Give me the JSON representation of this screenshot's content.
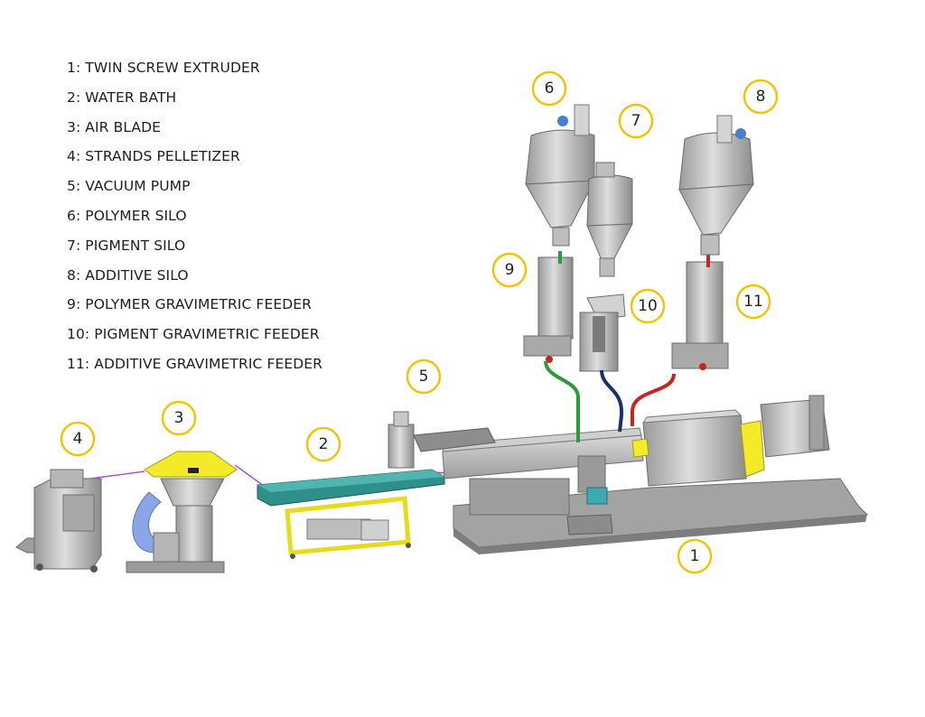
{
  "legend": [
    {
      "text": "1: TWIN SCREW EXTRUDER"
    },
    {
      "text": "2: WATER BATH"
    },
    {
      "text": "3: AIR BLADE"
    },
    {
      "text": "4: STRANDS PELLETIZER"
    },
    {
      "text": "5: VACUUM PUMP"
    },
    {
      "text": "6: POLYMER SILO"
    },
    {
      "text": "7: PIGMENT SILO"
    },
    {
      "text": "8: ADDITIVE SILO"
    },
    {
      "text": "9: POLYMER GRAVIMETRIC FEEDER"
    },
    {
      "text": "10: PIGMENT GRAVIMETRIC FEEDER"
    },
    {
      "text": "11: ADDITIVE GRAVIMETRIC FEEDER"
    }
  ],
  "callouts": [
    "1",
    "2",
    "3",
    "4",
    "5",
    "6",
    "7",
    "8",
    "9",
    "10",
    "11"
  ],
  "colors": {
    "callout_ring": "#f2c300",
    "machine_gray": "#b9b9b9",
    "machine_dark": "#7d7d7d",
    "frame_yellow": "#f3ea2a",
    "bath_teal": "#2f8f8a",
    "polymer_hose": "#2e9a3e",
    "pigment_hose": "#1d2f6b",
    "additive_hose": "#cc2222",
    "strand_violet": "#b04ee0",
    "air_hose_blue": "#8aa6e8"
  }
}
